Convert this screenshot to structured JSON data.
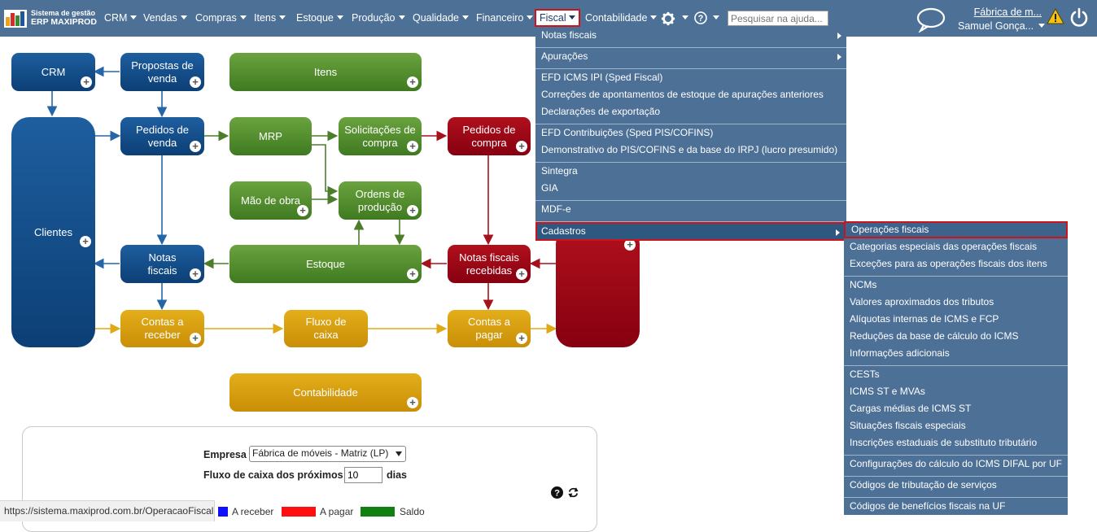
{
  "app": {
    "logo_line1": "Sistema de gestão",
    "logo_line2": "ERP MAXIPROD",
    "company": "Fábrica de m...",
    "user": "Samuel Gonça...",
    "search_placeholder": "Pesquisar na ajuda...",
    "accent": "#4d7096",
    "highlight": "#d0121b"
  },
  "nav": {
    "crm": "CRM",
    "vendas": "Vendas",
    "compras": "Compras",
    "itens": "Itens",
    "estoque": "Estoque",
    "producao": "Produção",
    "qualidade": "Qualidade",
    "financeiro": "Financeiro",
    "fiscal": "Fiscal",
    "contabilidade": "Contabilidade"
  },
  "fiscal_menu": [
    "Notas fiscais",
    "Apurações",
    "EFD ICMS IPI (Sped Fiscal)",
    "Correções de apontamentos de estoque de apurações anteriores",
    "Declarações de exportação",
    "EFD Contribuições (Sped PIS/COFINS)",
    "Demonstrativo do PIS/COFINS e da base do IRPJ (lucro presumido)",
    "Sintegra",
    "GIA",
    "MDF-e",
    "Cadastros"
  ],
  "cadastros_submenu": [
    "Operações fiscais",
    "Categorias especiais das operações fiscais",
    "Exceções para as operações fiscais dos itens",
    "NCMs",
    "Valores aproximados dos tributos",
    "Alíquotas internas de ICMS e FCP",
    "Reduções da base de cálculo do ICMS",
    "Informações adicionais",
    "CESTs",
    "ICMS ST e MVAs",
    "Cargas médias de ICMS ST",
    "Situações fiscais especiais",
    "Inscrições estaduais de substituto tributário",
    "Configurações do cálculo do ICMS DIFAL por UF",
    "Códigos de tributação de serviços",
    "Códigos de benefícios fiscais na UF"
  ],
  "diagram": {
    "crm": "CRM",
    "propostas": "Propostas de venda",
    "itens": "Itens",
    "clientes": "Clientes",
    "pedidos_venda": "Pedidos de venda",
    "mrp": "MRP",
    "solicitacoes": "Solicitações de compra",
    "pedidos_compra": "Pedidos de compra",
    "mao_obra": "Mão de obra",
    "ordens": "Ordens de produção",
    "notas": "Notas fiscais",
    "estoque": "Estoque",
    "notas_recebidas": "Notas fiscais recebidas",
    "contas_receber": "Contas a receber",
    "fluxo": "Fluxo de caixa",
    "contas_pagar": "Contas a pagar",
    "contabilidade": "Contabilidade",
    "plus": "+"
  },
  "panel": {
    "empresa_label": "Empresa",
    "empresa_value": "Fábrica de móveis - Matriz (LP)",
    "fluxo_label": "Fluxo de caixa dos próximos",
    "dias_value": "10",
    "dias_label": "dias",
    "legend": [
      {
        "label": "A receber",
        "color": "#1010ff"
      },
      {
        "label": "A pagar",
        "color": "#ff1010"
      },
      {
        "label": "Saldo",
        "color": "#108010"
      }
    ]
  },
  "status_url": "https://sistema.maxiprod.com.br/OperacaoFiscal"
}
